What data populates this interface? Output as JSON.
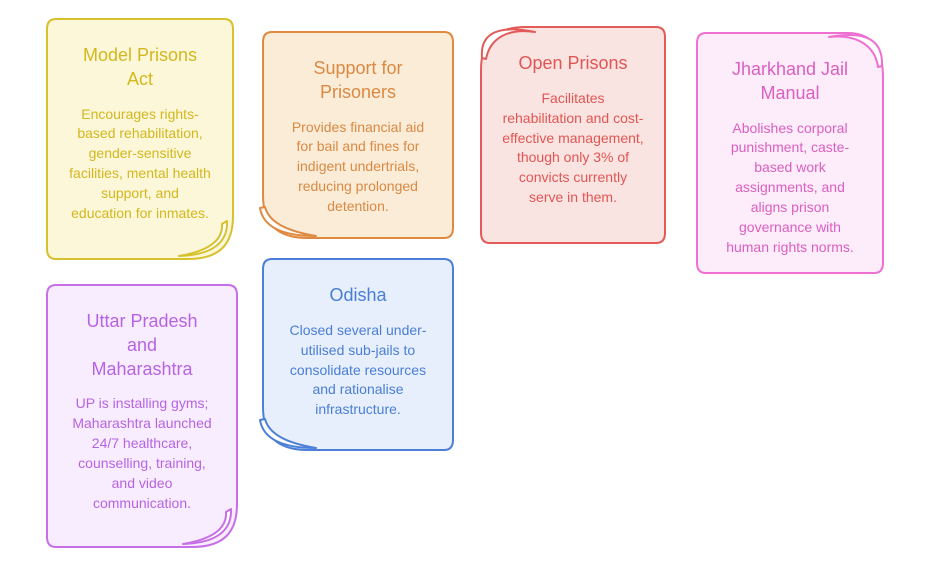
{
  "canvas": {
    "background": "#ffffff"
  },
  "cards": [
    {
      "name": "model-prisons-act",
      "title": "Model Prisons Act",
      "body": "Encourages rights-based rehabilitation, gender-sensitive facilities, mental health support, and education for inmates.",
      "fold": "bottom-right",
      "colors": {
        "border": "#d7c12d",
        "background": "#fbf7d8",
        "text": "#d4b71e"
      }
    },
    {
      "name": "support-for-prisoners",
      "title": "Support for Prisoners",
      "body": "Provides financial aid for bail and fines for indigent undertrials, reducing prolonged detention.",
      "fold": "bottom-left",
      "colors": {
        "border": "#df8a41",
        "background": "#fbecd8",
        "text": "#da8942"
      }
    },
    {
      "name": "open-prisons",
      "title": "Open Prisons",
      "body": "Facilitates rehabilitation and cost-effective management, though only 3% of convicts currently serve in them.",
      "fold": "top-left",
      "colors": {
        "border": "#e25b58",
        "background": "#fae4e1",
        "text": "#e15654"
      }
    },
    {
      "name": "jharkhand-jail-manual",
      "title": "Jharkhand Jail Manual",
      "body": "Abolishes corporal punishment, caste-based work assignments, and aligns prison governance with human rights norms.",
      "fold": "top-right",
      "colors": {
        "border": "#ee70d2",
        "background": "#fdecf9",
        "text": "#db5fc2"
      }
    },
    {
      "name": "uttar-pradesh-and-maharashtra",
      "title": "Uttar Pradesh and Maharashtra",
      "body": "UP is installing gyms; Maharashtra launched 24/7 healthcare, counselling, training, and video communication.",
      "fold": "bottom-right",
      "colors": {
        "border": "#c76fe9",
        "background": "#f8edfe",
        "text": "#b763e4"
      }
    },
    {
      "name": "odisha",
      "title": "Odisha",
      "body": "Closed several under-utilised sub-jails to consolidate resources and rationalise infrastructure.",
      "fold": "bottom-left",
      "colors": {
        "border": "#4c80d8",
        "background": "#e7effc",
        "text": "#4a7ed6"
      }
    }
  ]
}
